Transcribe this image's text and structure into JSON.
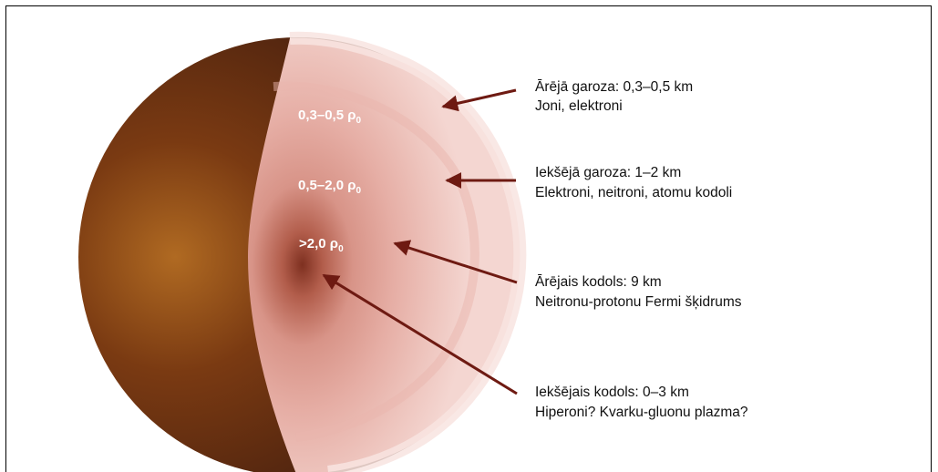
{
  "layers": [
    {
      "id": "outer-crust",
      "name": "Ārējā garoza: 0,3–0,5 km",
      "composition": "Joni, elektroni"
    },
    {
      "id": "inner-crust",
      "name": "Iekšējā garoza: 1–2 km",
      "composition": "Elektroni, neitroni, atomu kodoli"
    },
    {
      "id": "outer-core",
      "name": "Ārējais kodols: 9 km",
      "composition": "Neitronu-protonu Fermi šķidrums"
    },
    {
      "id": "inner-core",
      "name": "Iekšējais kodols: 0–3 km",
      "composition": "Hiperoni? Kvarku-gluonu plazma?"
    }
  ],
  "densities": [
    {
      "value": "0,3–0,5 ρ",
      "sub": "0"
    },
    {
      "value": "0,5–2,0 ρ",
      "sub": "0"
    },
    {
      "value": ">2,0 ρ",
      "sub": "0"
    }
  ],
  "colors": {
    "sphere_dark": "#3d1a0e",
    "sphere_mid": "#7a3a12",
    "sphere_light": "#b06a22",
    "cut_outer": "#f6dad6",
    "cut_crust": "#ebb7b0",
    "cut_core": "#dd9c92",
    "cut_center": "#8e3d2a",
    "arrow": "#6e1a12"
  }
}
